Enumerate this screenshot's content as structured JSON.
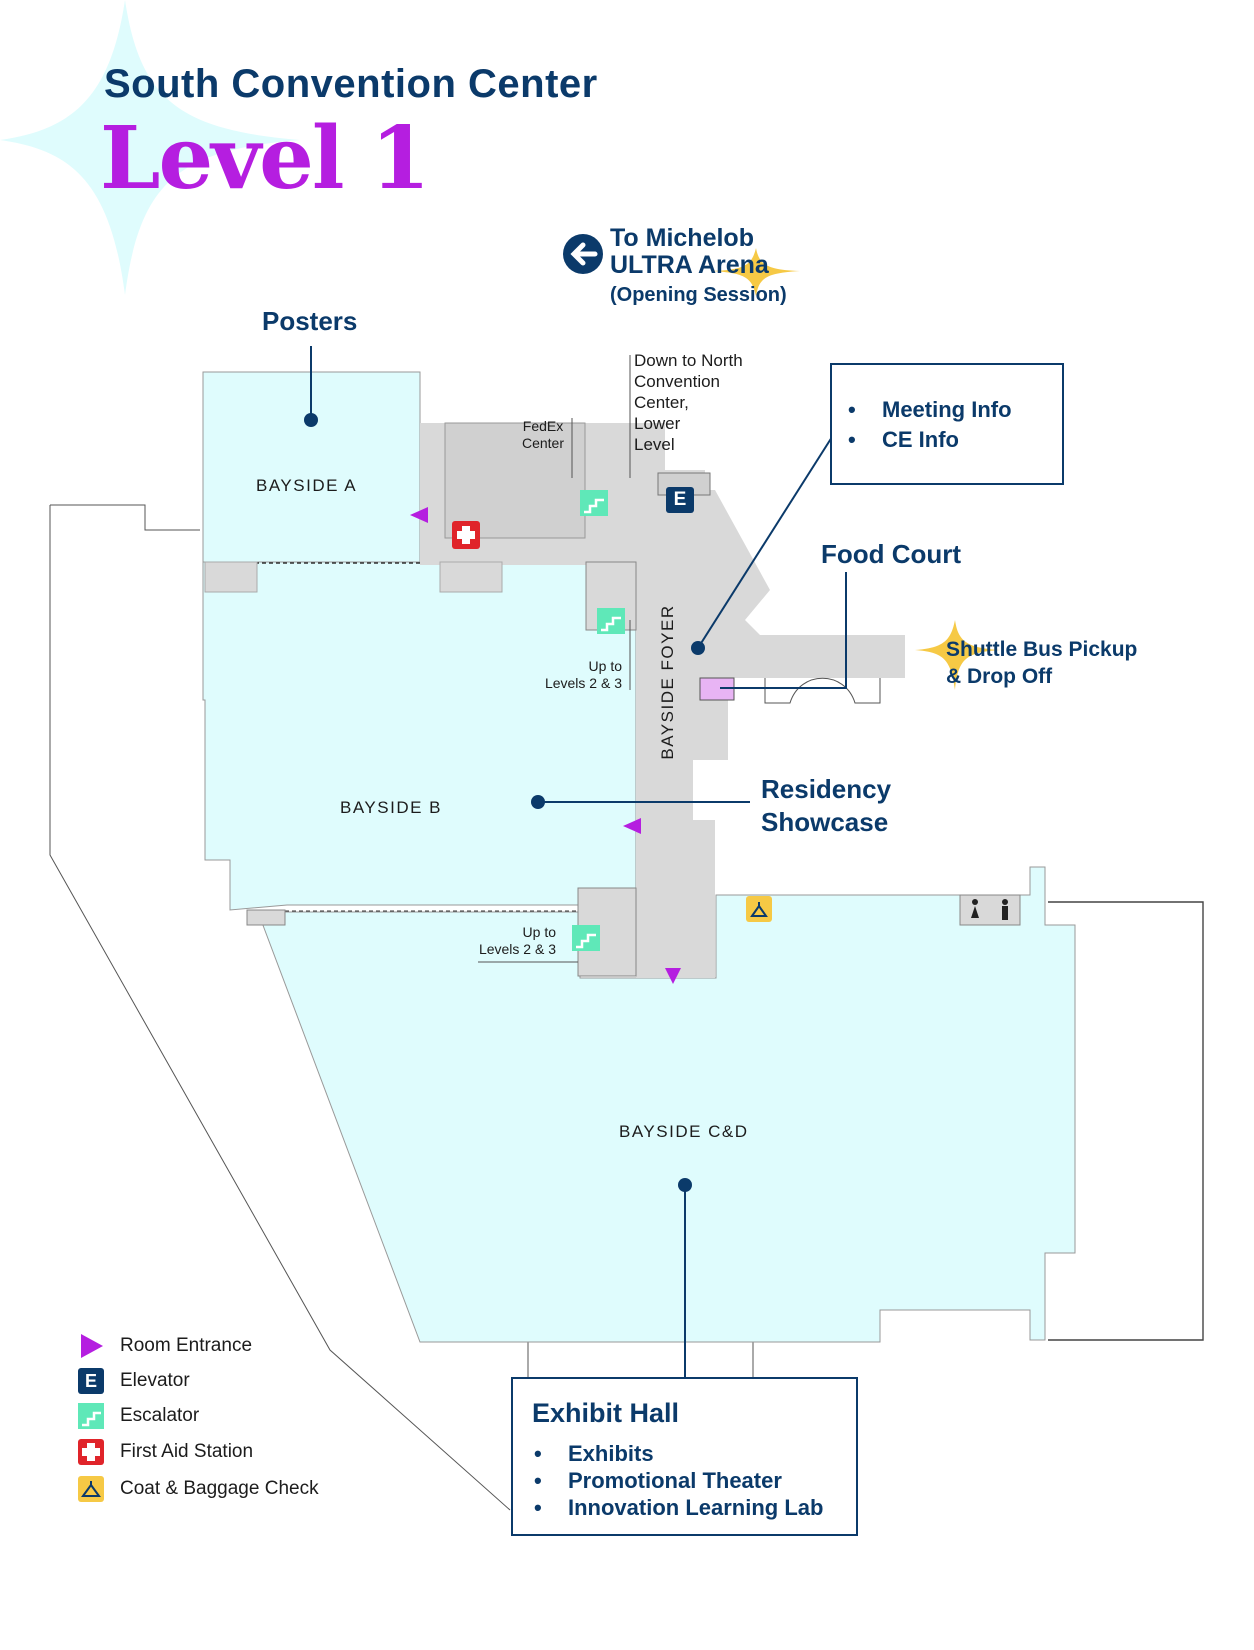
{
  "header": {
    "venue": "South Convention Center",
    "level": "Level 1"
  },
  "directions": {
    "arena_line1": "To Michelob",
    "arena_line2": "ULTRA Arena",
    "arena_line3": "(Opening Session)"
  },
  "rooms": {
    "bayside_a": "BAYSIDE A",
    "bayside_b": "BAYSIDE B",
    "bayside_cd": "BAYSIDE C&D",
    "bayside_foyer": "BAYSIDE FOYER"
  },
  "callouts": {
    "posters": "Posters",
    "food_court": "Food Court",
    "residency_line1": "Residency",
    "residency_line2": "Showcase",
    "shuttle_line1": "Shuttle Bus Pickup",
    "shuttle_line2": "& Drop Off"
  },
  "labels": {
    "fedex_line1": "FedEx",
    "fedex_line2": "Center",
    "down_north": [
      "Down to North",
      "Convention",
      "Center,",
      "Lower",
      "Level"
    ],
    "up_levels_a_line1": "Up to",
    "up_levels_a_line2": "Levels 2 & 3",
    "up_levels_b_line1": "Up to",
    "up_levels_b_line2": "Levels 2 & 3"
  },
  "info_box": {
    "items": [
      "Meeting Info",
      "CE Info"
    ]
  },
  "exhibit_box": {
    "title": "Exhibit Hall",
    "items": [
      "Exhibits",
      "Promotional Theater",
      "Innovation Learning Lab"
    ]
  },
  "legend": {
    "room_entrance": "Room Entrance",
    "elevator": "Elevator",
    "escalator": "Escalator",
    "first_aid": "First Aid Station",
    "coat_check": "Coat & Baggage Check"
  },
  "icons": {
    "elevator_letter": "E"
  },
  "colors": {
    "navy": "#0b3a6a",
    "room_fill": "#dffcfd",
    "corridor": "#d9d9d9",
    "entrance": "#b51ee0",
    "escalator": "#5fe8b8",
    "first_aid": "#e0242a",
    "coat": "#f6c945",
    "sparkle": "#f6c945"
  }
}
